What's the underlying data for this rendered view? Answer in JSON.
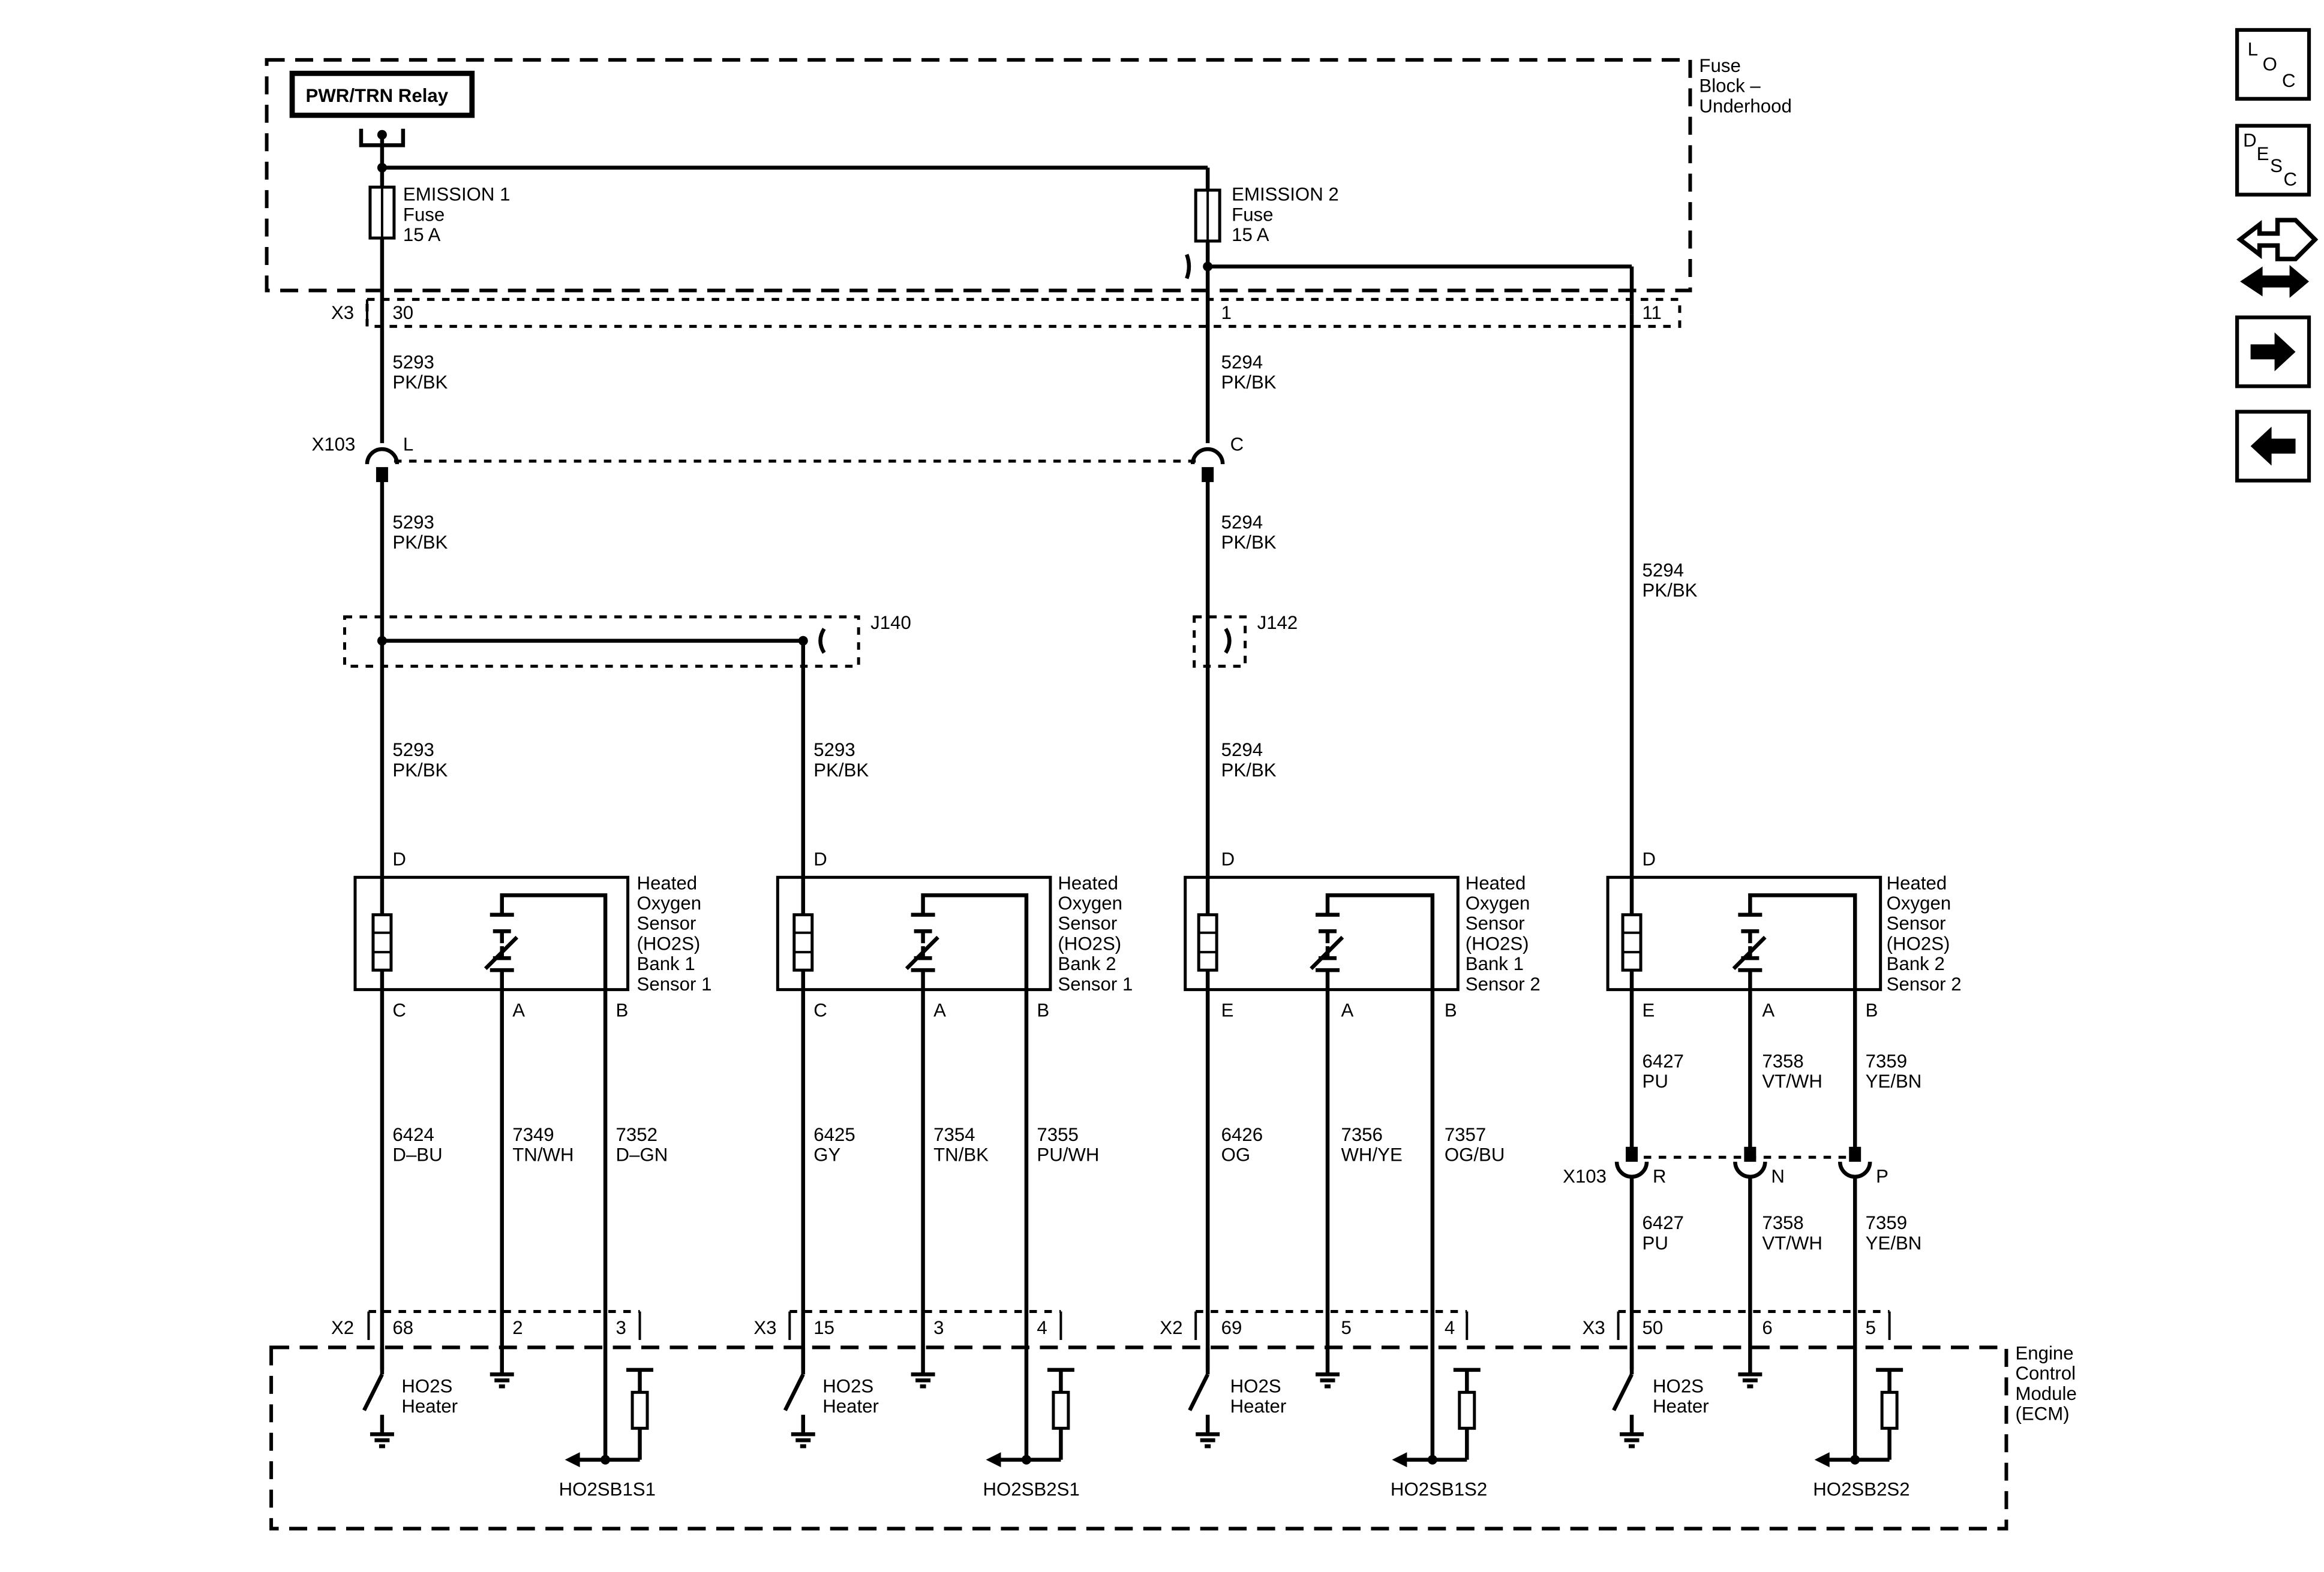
{
  "fuse_block": {
    "label": [
      "Fuse",
      "Block –",
      "Underhood"
    ]
  },
  "relay": {
    "label": "PWR/TRN Relay"
  },
  "fuses": [
    {
      "name": [
        "EMISSION 1",
        "Fuse",
        "15 A"
      ]
    },
    {
      "name": [
        "EMISSION 2",
        "Fuse",
        "15 A"
      ]
    }
  ],
  "x3_top": {
    "connector": "X3",
    "pins": [
      "30",
      "1",
      "11"
    ]
  },
  "x103_top": {
    "connector": "X103",
    "pins": [
      "L",
      "C"
    ]
  },
  "splices": {
    "j140": "J140",
    "j142": "J142"
  },
  "top_wires": {
    "w1a": [
      "5293",
      "PK/BK"
    ],
    "w1b": [
      "5293",
      "PK/BK"
    ],
    "w1c": [
      "5293",
      "PK/BK"
    ],
    "w2c": [
      "5293",
      "PK/BK"
    ],
    "w3a": [
      "5294",
      "PK/BK"
    ],
    "w3b": [
      "5294",
      "PK/BK"
    ],
    "w3c": [
      "5294",
      "PK/BK"
    ],
    "w4": [
      "5294",
      "PK/BK"
    ]
  },
  "sensors": [
    {
      "label": [
        "Heated",
        "Oxygen",
        "Sensor",
        "(HO2S)",
        "Bank 1",
        "Sensor 1"
      ],
      "top_pin": "D",
      "pins": [
        "C",
        "A",
        "B"
      ],
      "wires": [
        [
          "6424",
          "D–BU"
        ],
        [
          "7349",
          "TN/WH"
        ],
        [
          "7352",
          "D–GN"
        ]
      ],
      "ecm_connector": "X2",
      "ecm_pins": [
        "68",
        "2",
        "3"
      ],
      "heater_label": [
        "HO2S",
        "Heater"
      ],
      "signal": "HO2SB1S1"
    },
    {
      "label": [
        "Heated",
        "Oxygen",
        "Sensor",
        "(HO2S)",
        "Bank 2",
        "Sensor 1"
      ],
      "top_pin": "D",
      "pins": [
        "C",
        "A",
        "B"
      ],
      "wires": [
        [
          "6425",
          "GY"
        ],
        [
          "7354",
          "TN/BK"
        ],
        [
          "7355",
          "PU/WH"
        ]
      ],
      "ecm_connector": "X3",
      "ecm_pins": [
        "15",
        "3",
        "4"
      ],
      "heater_label": [
        "HO2S",
        "Heater"
      ],
      "signal": "HO2SB2S1"
    },
    {
      "label": [
        "Heated",
        "Oxygen",
        "Sensor",
        "(HO2S)",
        "Bank 1",
        "Sensor 2"
      ],
      "top_pin": "D",
      "pins": [
        "E",
        "A",
        "B"
      ],
      "wires": [
        [
          "6426",
          "OG"
        ],
        [
          "7356",
          "WH/YE"
        ],
        [
          "7357",
          "OG/BU"
        ]
      ],
      "ecm_connector": "X2",
      "ecm_pins": [
        "69",
        "5",
        "4"
      ],
      "heater_label": [
        "HO2S",
        "Heater"
      ],
      "signal": "HO2SB1S2"
    },
    {
      "label": [
        "Heated",
        "Oxygen",
        "Sensor",
        "(HO2S)",
        "Bank 2",
        "Sensor 2"
      ],
      "top_pin": "D",
      "pins": [
        "E",
        "A",
        "B"
      ],
      "wires": [
        [
          "6427",
          "PU"
        ],
        [
          "7358",
          "VT/WH"
        ],
        [
          "7359",
          "YE/BN"
        ]
      ],
      "wires_lower": [
        [
          "6427",
          "PU"
        ],
        [
          "7358",
          "VT/WH"
        ],
        [
          "7359",
          "YE/BN"
        ]
      ],
      "inline_connector": "X103",
      "inline_pins": [
        "R",
        "N",
        "P"
      ],
      "ecm_connector": "X3",
      "ecm_pins": [
        "50",
        "6",
        "5"
      ],
      "heater_label": [
        "HO2S",
        "Heater"
      ],
      "signal": "HO2SB2S2"
    }
  ],
  "ecm": {
    "label": [
      "Engine",
      "Control",
      "Module",
      "(ECM)"
    ]
  },
  "nav_icons": [
    {
      "name": "loc-icon",
      "letters": [
        "L",
        "O",
        "C"
      ]
    },
    {
      "name": "desc-icon",
      "letters": [
        "D",
        "E",
        "S",
        "C"
      ]
    },
    {
      "name": "connector-end-view-icon"
    },
    {
      "name": "next-page-icon",
      "glyph": "arrow-right"
    },
    {
      "name": "previous-page-icon",
      "glyph": "arrow-left"
    }
  ]
}
